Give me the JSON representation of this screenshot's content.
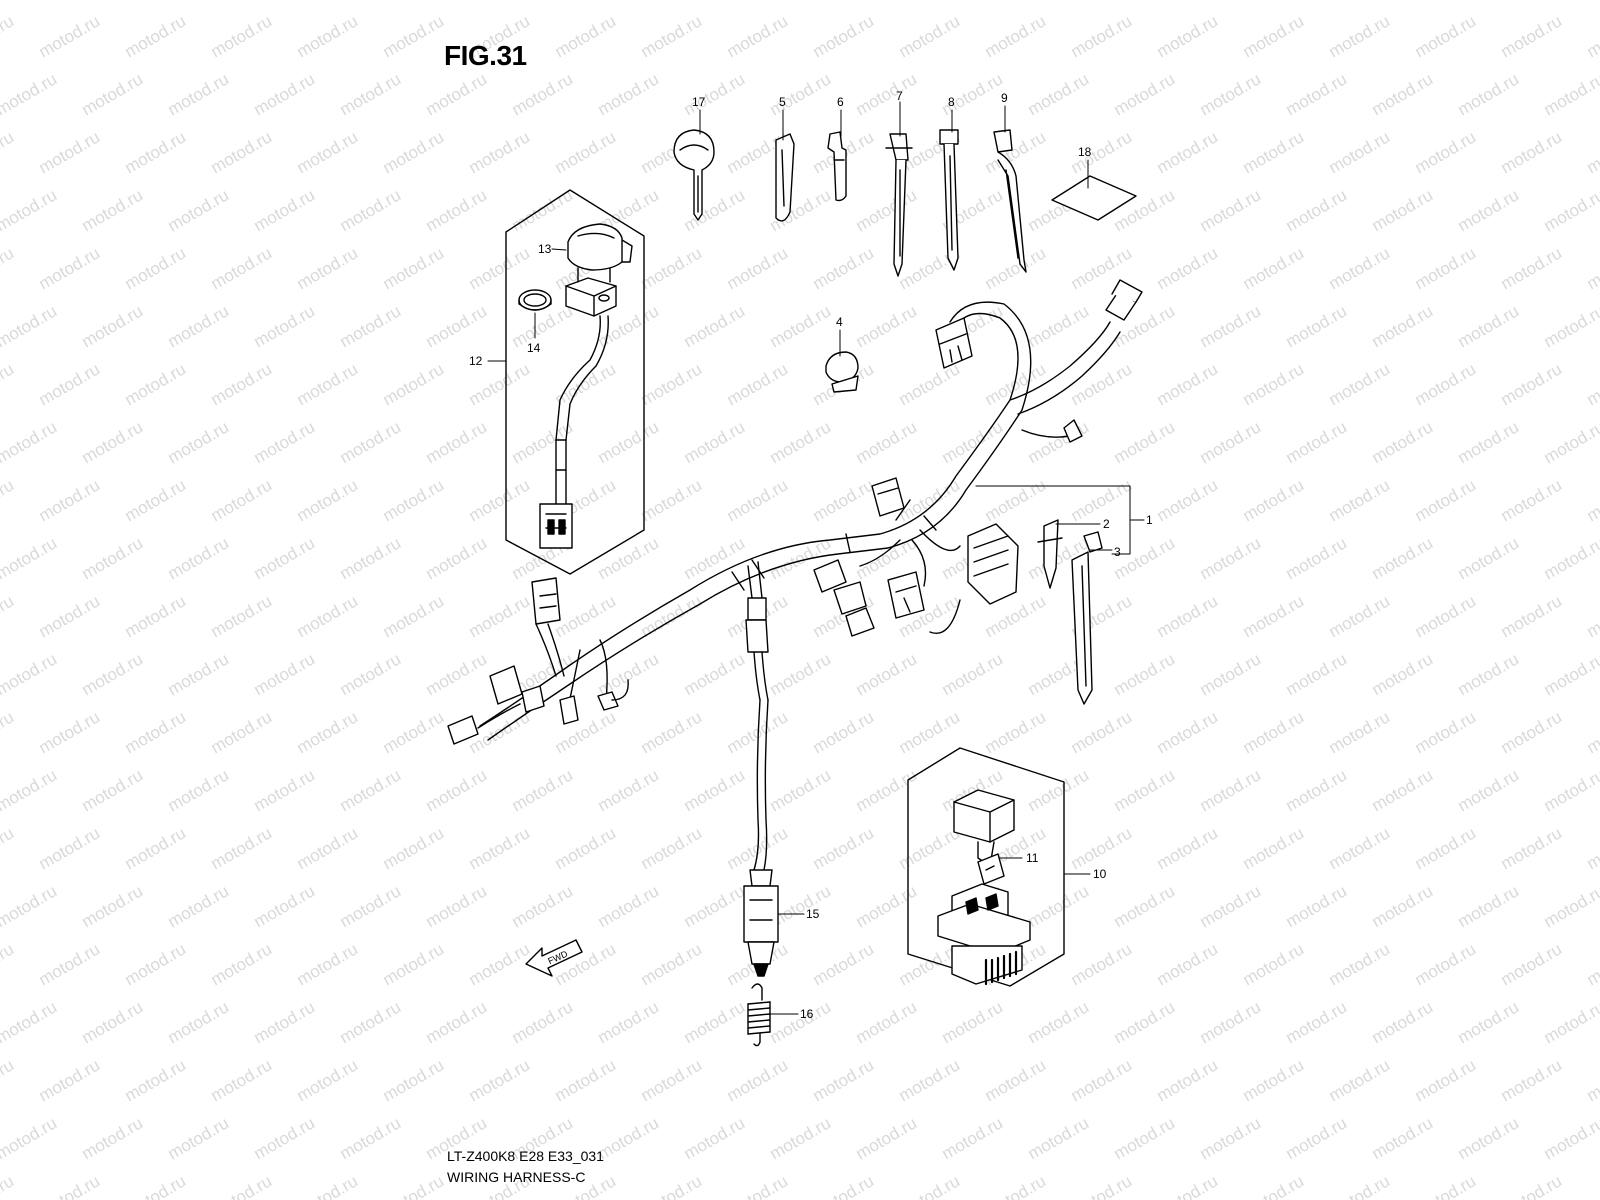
{
  "figure": {
    "title": "FIG.31",
    "model_code": "LT-Z400K8 E28 E33_031",
    "caption": "WIRING HARNESS-C"
  },
  "watermark": {
    "text": "motod.ru",
    "color": "#d9d9d9"
  },
  "fwd_label": "FWD",
  "callouts": {
    "c1": "1",
    "c2": "2",
    "c3": "3",
    "c4": "4",
    "c5": "5",
    "c6": "6",
    "c7": "7",
    "c8": "8",
    "c9": "9",
    "c10": "10",
    "c11": "11",
    "c12": "12",
    "c13": "13",
    "c14": "14",
    "c15": "15",
    "c16": "16",
    "c17": "17",
    "c18": "18"
  },
  "colors": {
    "line": "#000000",
    "part_fill": "#ffffff",
    "shade": "#9a9a9a"
  }
}
